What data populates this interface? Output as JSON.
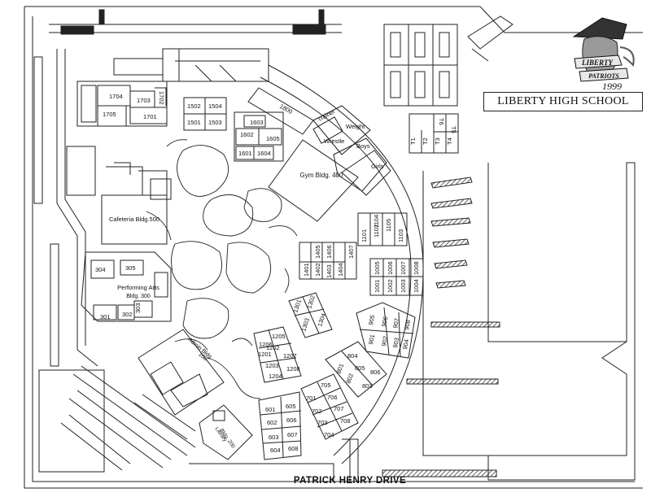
{
  "school_name": "LIBERTY HIGH SCHOOL",
  "street_name": "PATRICK HENRY DRIVE",
  "logo": {
    "word_top": "LIBERTY",
    "word_mid": "PATRIOTS",
    "year": "1999"
  },
  "buildings": {
    "gym": "Gym Bldg. 400",
    "cafeteria": "Cafeteria Bldg.500",
    "performing_arts_line1": "Performing Arts",
    "performing_arts_line2": "Bldg. 300",
    "admin_line1": "Admin Bldg.",
    "admin_line2": "100",
    "library_line1": "Library",
    "library_line2": "Bldg. 200"
  },
  "gym_areas": {
    "weight": "Weight",
    "trainer": "Trainer",
    "wrestle": "Wrestle",
    "boys": "Boys",
    "girls": "Girls"
  },
  "tennis_courts": [
    "T1",
    "T2",
    "T3",
    "T4",
    "T5",
    "T6"
  ],
  "rooms": {
    "r1700": [
      "1701",
      "1702",
      "1703",
      "1704",
      "1705"
    ],
    "r1500": [
      "1501",
      "1502",
      "1503",
      "1504"
    ],
    "r1600": [
      "1601",
      "1602",
      "1603",
      "1604",
      "1605"
    ],
    "r1800": "1800",
    "r1100": [
      "1101",
      "1102",
      "1103",
      "1104",
      "1105"
    ],
    "r1400": [
      "1401",
      "1402",
      "1403",
      "1404",
      "1405",
      "1406",
      "1407"
    ],
    "r1000": [
      "1001",
      "1002",
      "1003",
      "1004",
      "1005",
      "1006",
      "1007",
      "1008"
    ],
    "r1300": [
      "1301",
      "1302",
      "1303",
      "1304"
    ],
    "r900": [
      "901",
      "902",
      "903",
      "904",
      "905",
      "906",
      "907",
      "908"
    ],
    "r1200": [
      "1201",
      "1202",
      "1203",
      "1204",
      "1205",
      "1206",
      "1207",
      "1208"
    ],
    "r800": [
      "801",
      "802",
      "803",
      "804",
      "805",
      "806"
    ],
    "r700": [
      "701",
      "702",
      "703",
      "704",
      "705",
      "706",
      "707",
      "708"
    ],
    "r600": [
      "601",
      "602",
      "603",
      "604",
      "605",
      "606",
      "607",
      "608"
    ],
    "r300": [
      "301",
      "302",
      "303",
      "304",
      "305"
    ]
  }
}
